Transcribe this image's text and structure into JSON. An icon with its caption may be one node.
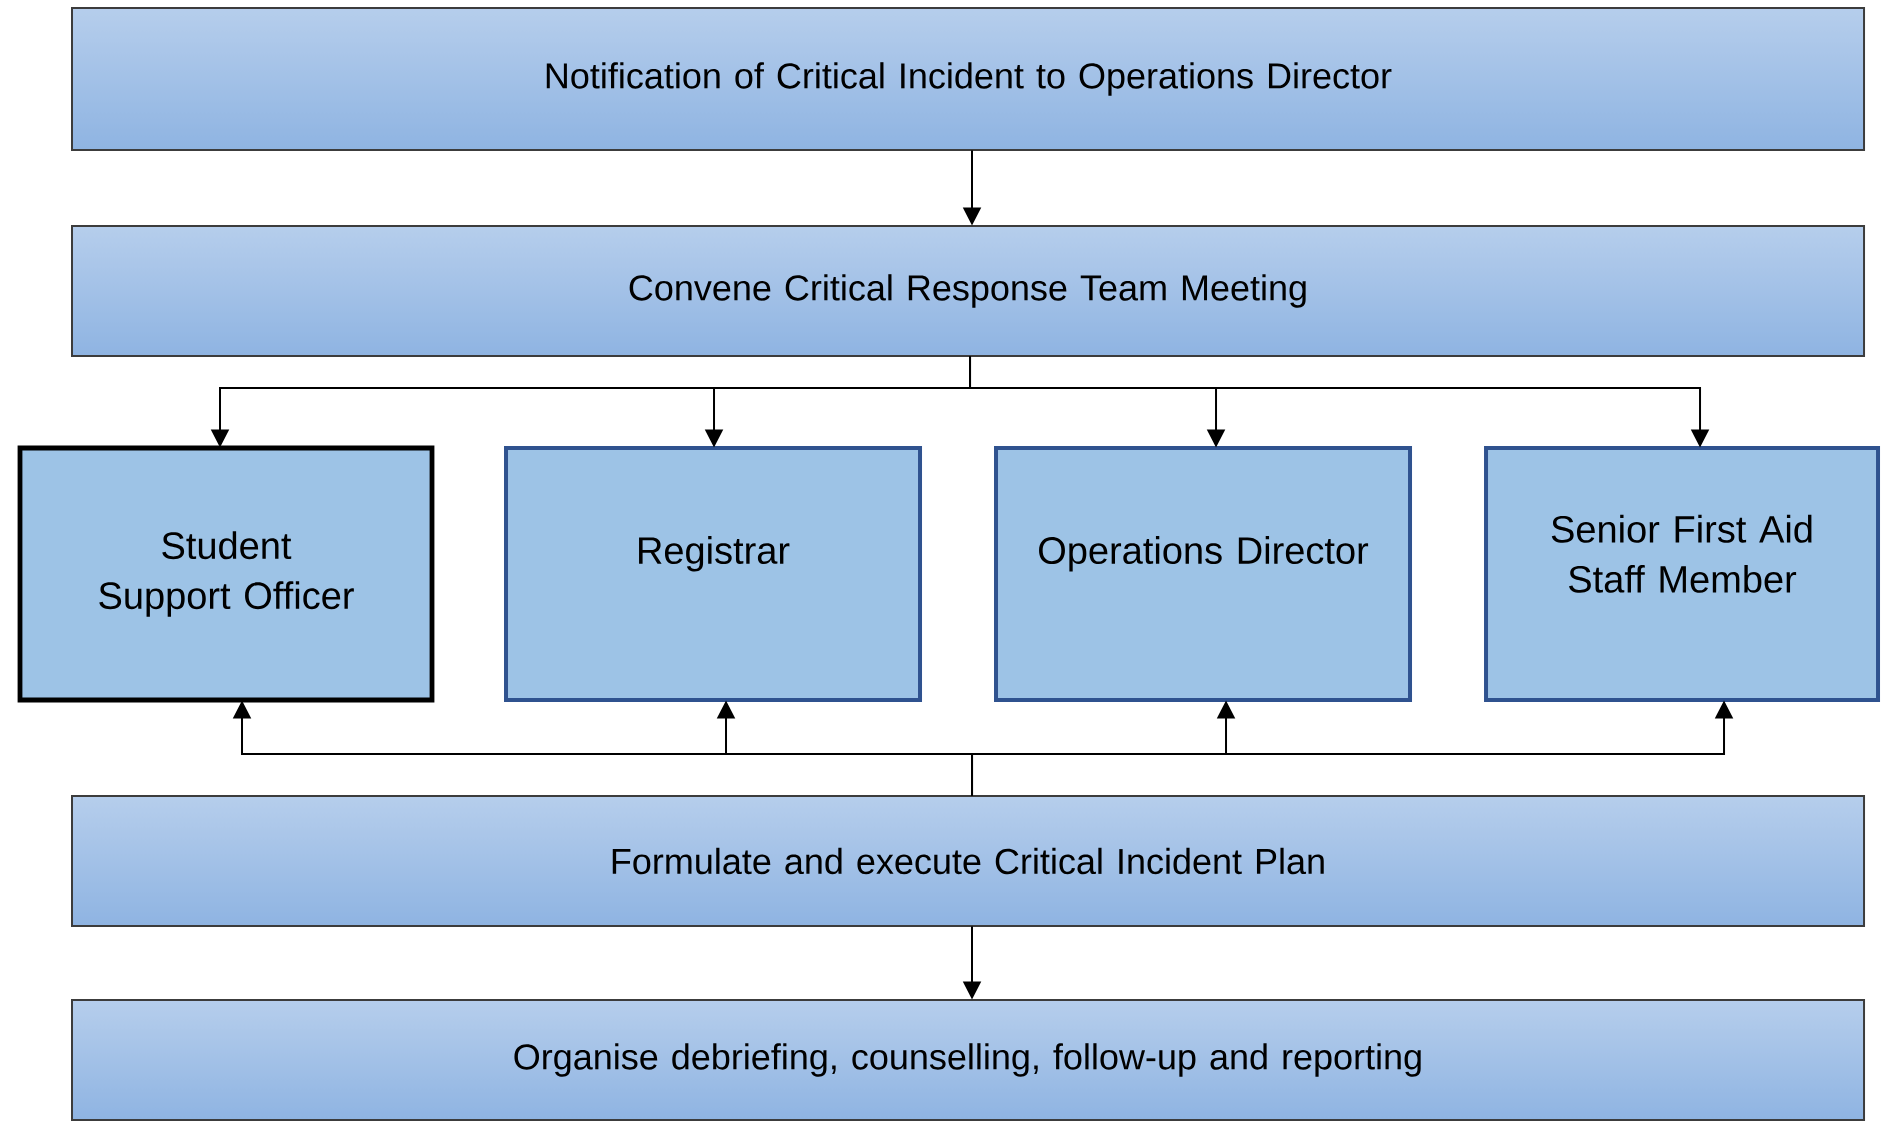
{
  "diagram": {
    "nodes": [
      {
        "text": [
          "Notification of Critical Incident to Operations Director"
        ]
      },
      {
        "text": [
          "Convene Critical Response Team Meeting"
        ]
      },
      {
        "text": [
          "Student Support Officer"
        ]
      },
      {
        "text": [
          "Registrar"
        ]
      },
      {
        "text": [
          "Operations Director"
        ]
      },
      {
        "text": [
          "Senior First Aid Staff Member"
        ]
      },
      {
        "text": [
          "Formulate and execute Critical Incident Plan"
        ]
      },
      {
        "text": [
          "Organise debriefing, counselling, follow-up and reporting"
        ]
      }
    ],
    "edges": [
      {
        "from": 0,
        "to": 1,
        "arrow": "to"
      },
      {
        "from": 1,
        "to": 2,
        "arrow": "to"
      },
      {
        "from": 1,
        "to": 3,
        "arrow": "to"
      },
      {
        "from": 1,
        "to": 4,
        "arrow": "to"
      },
      {
        "from": 1,
        "to": 5,
        "arrow": "to"
      },
      {
        "from": 6,
        "to": 2,
        "arrow": "to"
      },
      {
        "from": 6,
        "to": 3,
        "arrow": "to"
      },
      {
        "from": 6,
        "to": 4,
        "arrow": "to"
      },
      {
        "from": 6,
        "to": 5,
        "arrow": "to"
      },
      {
        "from": 6,
        "to": 7,
        "arrow": "to"
      }
    ]
  }
}
